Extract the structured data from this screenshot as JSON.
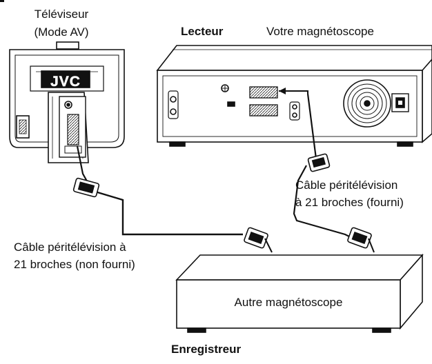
{
  "labels": {
    "tv_line1": "Téléviseur",
    "tv_line2": "(Mode AV)",
    "player": "Lecteur",
    "your_vcr": "Votre magnétoscope",
    "cable_supplied_line1": "Câble péritélévision",
    "cable_supplied_line2": "à 21 broches (fourni)",
    "cable_not_supplied_line1": "Câble péritélévision à",
    "cable_not_supplied_line2": "21 broches (non fourni)",
    "other_vcr": "Autre magnétoscope",
    "recorder": "Enregistreur"
  },
  "logo": "JVC"
}
